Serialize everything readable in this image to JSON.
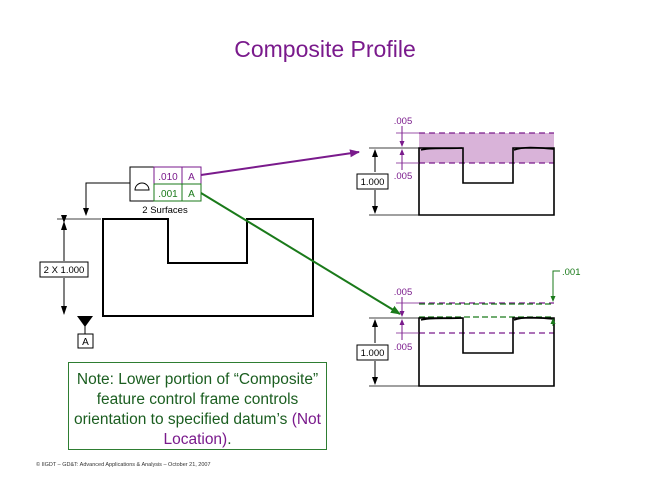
{
  "title": "Composite Profile",
  "fcf": {
    "upper_tolerance": ".010",
    "upper_datum": "A",
    "lower_tolerance": ".001",
    "lower_datum": "A",
    "label": "2 Surfaces"
  },
  "dimension_label": "2 X 1.000",
  "datum_label": "A",
  "top_view": {
    "zone_label_top": ".005",
    "zone_label_bottom": ".005",
    "height_label": "1.000"
  },
  "bottom_view": {
    "zone_label_top": ".005",
    "zone_label_bottom": ".005",
    "height_label": "1.000",
    "refinement_label": ".001"
  },
  "note": {
    "text_main": "Note: Lower portion of “Composite” feature control frame controls orientation to specified datum’s",
    "text_purple": "(Not Location)",
    "text_end": "."
  },
  "footer": "© IIGDT – GD&T: Advanced Applications & Analysis – October 21, 2007",
  "colors": {
    "purple": "#7a1a8c",
    "green": "#1a7a1a",
    "zone_fill": "#d9b3d9"
  }
}
